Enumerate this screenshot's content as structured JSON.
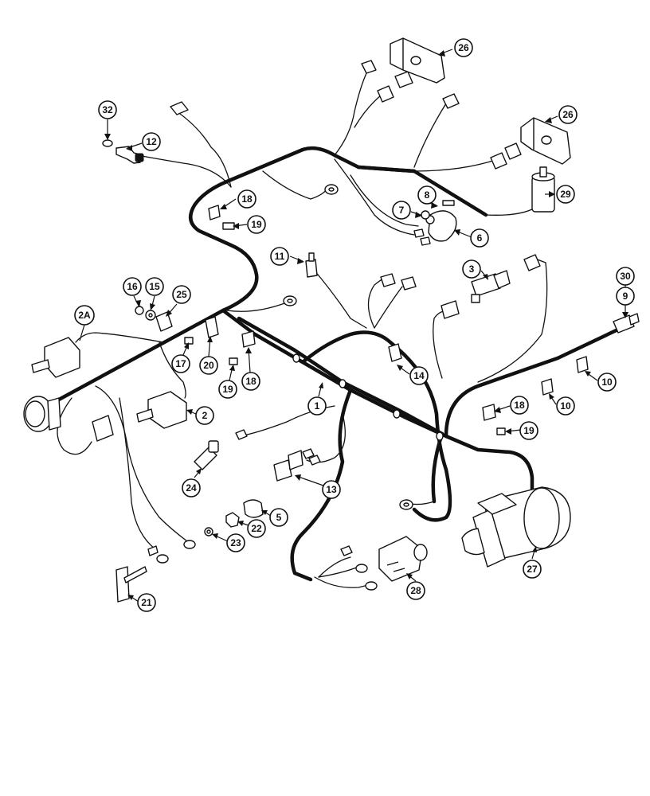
{
  "callouts": {
    "c1": "1",
    "c2": "2",
    "c2a": "2A",
    "c3": "3",
    "c5": "5",
    "c6": "6",
    "c7": "7",
    "c8": "8",
    "c9": "9",
    "c10a": "10",
    "c10b": "10",
    "c11": "11",
    "c12": "12",
    "c13": "13",
    "c14": "14",
    "c15": "15",
    "c16": "16",
    "c17": "17",
    "c18a": "18",
    "c18b": "18",
    "c18c": "18",
    "c19a": "19",
    "c19b": "19",
    "c19c": "19",
    "c20": "20",
    "c21": "21",
    "c22": "22",
    "c23": "23",
    "c24": "24",
    "c25": "25",
    "c26a": "26",
    "c26b": "26",
    "c27": "27",
    "c28": "28",
    "c29": "29",
    "c30": "30",
    "c32": "32"
  }
}
